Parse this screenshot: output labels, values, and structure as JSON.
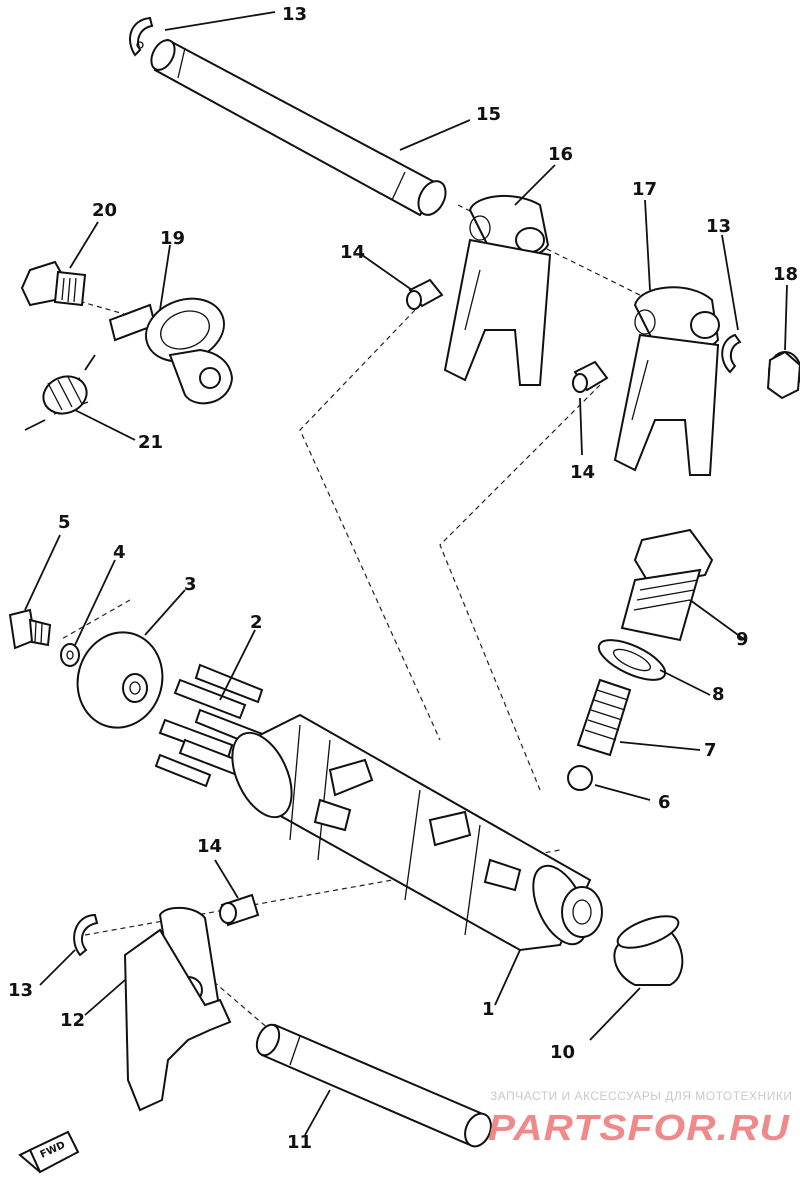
{
  "labels": {
    "p1": "1",
    "p2": "2",
    "p3": "3",
    "p4": "4",
    "p5": "5",
    "p6": "6",
    "p7": "7",
    "p8": "8",
    "p9": "9",
    "p10": "10",
    "p11": "11",
    "p12": "12",
    "p13a": "13",
    "p13b": "13",
    "p13c": "13",
    "p14a": "14",
    "p14b": "14",
    "p14c": "14",
    "p15": "15",
    "p16": "16",
    "p17": "17",
    "p18": "18",
    "p19": "19",
    "p20": "20",
    "p21": "21"
  },
  "front_marker": "FWD",
  "watermark": {
    "tagline": "ЗАПЧАСТИ И АКСЕССУАРЫ ДЛЯ МОТОТЕХНИКИ",
    "brand": "PARTSFOR.RU"
  },
  "colors": {
    "ink": "#111111",
    "watermark_red": "#f08a8a",
    "watermark_gray": "#c9c9c9"
  }
}
